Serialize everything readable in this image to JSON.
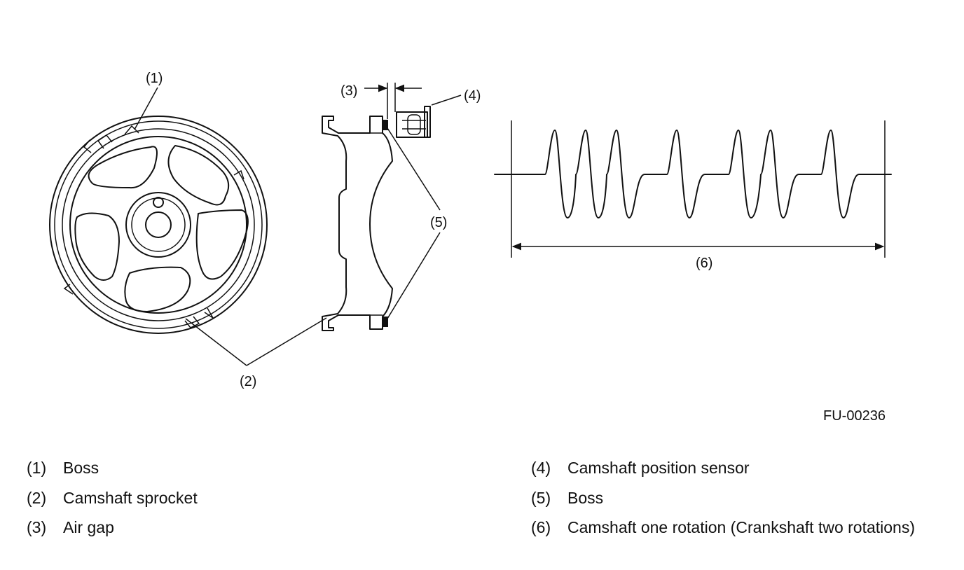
{
  "figure": {
    "code": "FU-00236",
    "callouts": {
      "c1": "(1)",
      "c2": "(2)",
      "c3": "(3)",
      "c4": "(4)",
      "c5": "(5)",
      "c6": "(6)"
    }
  },
  "legend": {
    "left": [
      {
        "num": "(1)",
        "text": "Boss"
      },
      {
        "num": "(2)",
        "text": "Camshaft sprocket"
      },
      {
        "num": "(3)",
        "text": "Air gap"
      }
    ],
    "right": [
      {
        "num": "(4)",
        "text": "Camshaft position sensor"
      },
      {
        "num": "(5)",
        "text": "Boss"
      },
      {
        "num": "(6)",
        "text": "Camshaft one rotation (Crankshaft two rotations)"
      }
    ]
  }
}
